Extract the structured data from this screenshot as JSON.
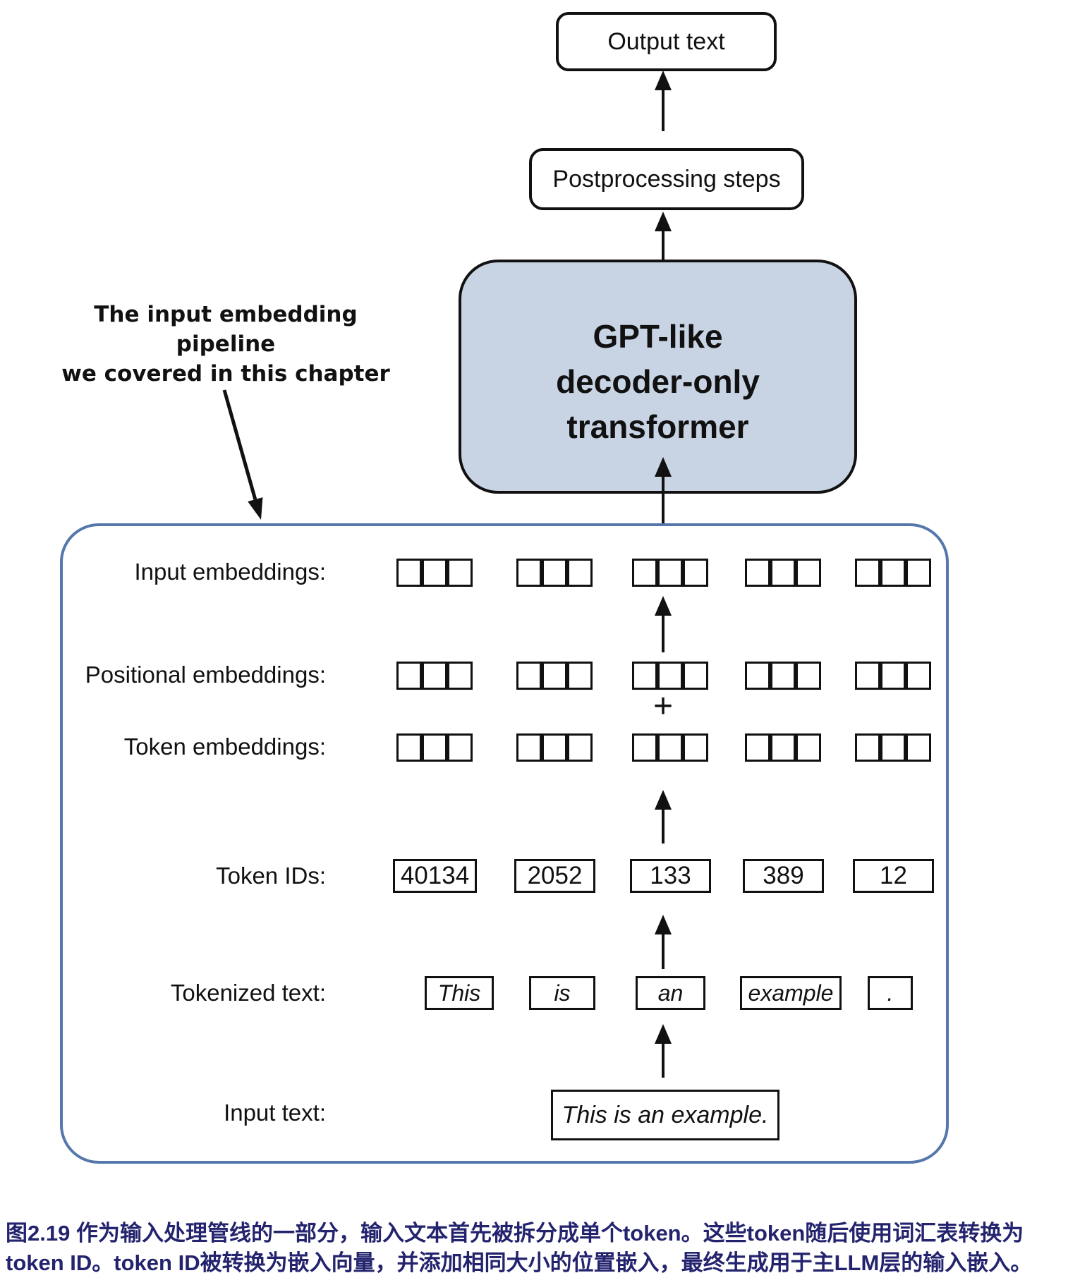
{
  "top_flow": {
    "output_box": "Output text",
    "postprocessing_box": "Postprocessing steps",
    "gpt_box": {
      "line1": "GPT-like",
      "line2": "decoder-only",
      "line3": "transformer"
    }
  },
  "annotation": {
    "line1": "The input embedding pipeline",
    "line2": "we covered in this chapter"
  },
  "pipeline": {
    "labels": {
      "input_embeddings": "Input embeddings:",
      "positional_embeddings": "Positional embeddings:",
      "token_embeddings": "Token embeddings:",
      "token_ids": "Token IDs:",
      "tokenized_text": "Tokenized text:",
      "input_text": "Input text:"
    },
    "plus_sign": "+",
    "embedding_groups": 5,
    "cells_per_group": 3,
    "token_ids": [
      "40134",
      "2052",
      "133",
      "389",
      "12"
    ],
    "tokens": [
      "This",
      "is",
      "an",
      "example",
      "."
    ],
    "input_text": "This is an example."
  },
  "caption": {
    "line1": "图2.19 作为输入处理管线的一部分，输入文本首先被拆分成单个token。这些token随后使用词汇表转换为",
    "line2": "token ID。token ID被转换为嵌入向量，并添加相同大小的位置嵌入，最终生成用于主LLM层的输入嵌入。"
  },
  "colors": {
    "gpt_box_fill": "#c8d3e3",
    "container_border": "#5577ab",
    "caption_text": "#23236e",
    "line_color": "#111111"
  }
}
